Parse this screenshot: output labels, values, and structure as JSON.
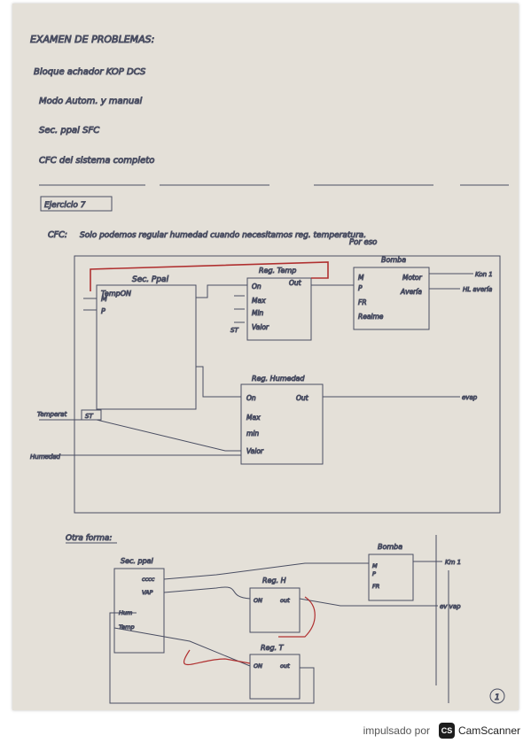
{
  "header": {
    "title": "EXAMEN DE PROBLEMAS:",
    "lines": [
      "Bloque achador  KOP DCS",
      "Modo Autom. y manual",
      "Sec. ppal  SFC",
      "CFC del sistema completo"
    ]
  },
  "exercise": {
    "label": "Ejercicio 7",
    "note_prefix": "CFC:",
    "note": "Solo podemos regular humedad cuando necesitamos reg. temperatura.",
    "red_note": "Por eso"
  },
  "diagram1": {
    "sec_ppal": {
      "title": "Sec. Ppal",
      "pins": [
        "TempON",
        "M",
        "P"
      ]
    },
    "reg_temp": {
      "title": "Reg. Temp",
      "in": [
        "On",
        "Max",
        "Min",
        "Valor"
      ],
      "out": "Out",
      "tag": "ST"
    },
    "bomba": {
      "title": "Bomba",
      "in": [
        "M",
        "P",
        "FR",
        "Reaime"
      ],
      "out": [
        "Motor",
        "Avería"
      ]
    },
    "reg_hum": {
      "title": "Reg. Humedad",
      "in": [
        "On",
        "Max",
        "min",
        "Valor"
      ],
      "out": "Out"
    },
    "outputs": [
      "Kon 1",
      "HL avería",
      "evap"
    ],
    "inputs": [
      "Temperat",
      "ST",
      "Humedad"
    ]
  },
  "diagram2": {
    "label": "Otra forma:",
    "sec_ppal": {
      "title": "Sec. ppal",
      "pins": [
        "cccc",
        "VAP",
        "Hum",
        "Temp"
      ]
    },
    "bomba": {
      "title": "Bomba",
      "in": [
        "M",
        "P",
        "FR"
      ]
    },
    "reg_h": {
      "title": "Reg. H",
      "in": "ON",
      "out": "out"
    },
    "reg_t": {
      "title": "Reg. T",
      "in": "ON",
      "out": "out"
    },
    "outputs": [
      "Km 1",
      "ev vap"
    ]
  },
  "page_number": "1",
  "footer": {
    "text": "impulsado por",
    "brand": "CamScanner",
    "logo": "CS"
  }
}
